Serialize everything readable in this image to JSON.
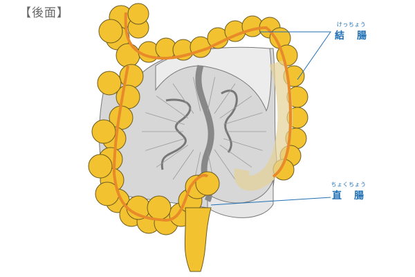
{
  "title": "【後面】",
  "labels": {
    "colon": {
      "ruby": "けっちょう",
      "text": "結　腸"
    },
    "rectum": {
      "ruby": "ちょくちょう",
      "text": "直　腸"
    }
  },
  "colors": {
    "colon": "#f2c230",
    "outline": "#6b5a20",
    "vessel": "#e88a2a",
    "mesentery": "#c9c9c9",
    "label": "#1f6fb5"
  }
}
